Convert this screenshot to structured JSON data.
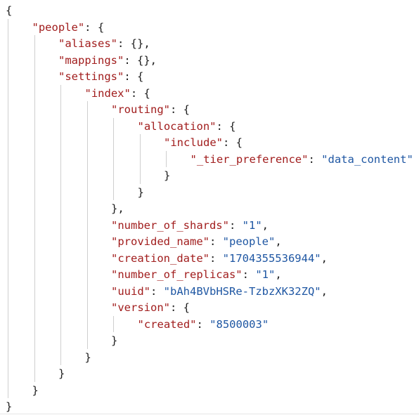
{
  "json": {
    "lines": [
      {
        "indent": 0,
        "key": null,
        "value": null,
        "punct": "{"
      },
      {
        "indent": 1,
        "key": "\"people\"",
        "value": null,
        "punct": ": {"
      },
      {
        "indent": 2,
        "key": "\"aliases\"",
        "value": null,
        "punct": ": {},"
      },
      {
        "indent": 2,
        "key": "\"mappings\"",
        "value": null,
        "punct": ": {},"
      },
      {
        "indent": 2,
        "key": "\"settings\"",
        "value": null,
        "punct": ": {"
      },
      {
        "indent": 3,
        "key": "\"index\"",
        "value": null,
        "punct": ": {"
      },
      {
        "indent": 4,
        "key": "\"routing\"",
        "value": null,
        "punct": ": {"
      },
      {
        "indent": 5,
        "key": "\"allocation\"",
        "value": null,
        "punct": ": {"
      },
      {
        "indent": 6,
        "key": "\"include\"",
        "value": null,
        "punct": ": {"
      },
      {
        "indent": 7,
        "key": "\"_tier_preference\"",
        "value": "\"data_content\"",
        "punct": ""
      },
      {
        "indent": 6,
        "key": null,
        "value": null,
        "punct": "}"
      },
      {
        "indent": 5,
        "key": null,
        "value": null,
        "punct": "}"
      },
      {
        "indent": 4,
        "key": null,
        "value": null,
        "punct": "},"
      },
      {
        "indent": 4,
        "key": "\"number_of_shards\"",
        "value": "\"1\"",
        "punct": ","
      },
      {
        "indent": 4,
        "key": "\"provided_name\"",
        "value": "\"people\"",
        "punct": ","
      },
      {
        "indent": 4,
        "key": "\"creation_date\"",
        "value": "\"1704355536944\"",
        "punct": ","
      },
      {
        "indent": 4,
        "key": "\"number_of_replicas\"",
        "value": "\"1\"",
        "punct": ","
      },
      {
        "indent": 4,
        "key": "\"uuid\"",
        "value": "\"bAh4BVbHSRe-TzbzXK32ZQ\"",
        "punct": ","
      },
      {
        "indent": 4,
        "key": "\"version\"",
        "value": null,
        "punct": ": {"
      },
      {
        "indent": 5,
        "key": "\"created\"",
        "value": "\"8500003\"",
        "punct": ""
      },
      {
        "indent": 4,
        "key": null,
        "value": null,
        "punct": "}"
      },
      {
        "indent": 3,
        "key": null,
        "value": null,
        "punct": "}"
      },
      {
        "indent": 2,
        "key": null,
        "value": null,
        "punct": "}"
      },
      {
        "indent": 1,
        "key": null,
        "value": null,
        "punct": "}"
      },
      {
        "indent": 0,
        "key": null,
        "value": null,
        "punct": "}"
      }
    ]
  },
  "colors": {
    "key": "#a11d1d",
    "string": "#1f57a3",
    "punctuation": "#202020",
    "guide": "#cfcfcf"
  }
}
